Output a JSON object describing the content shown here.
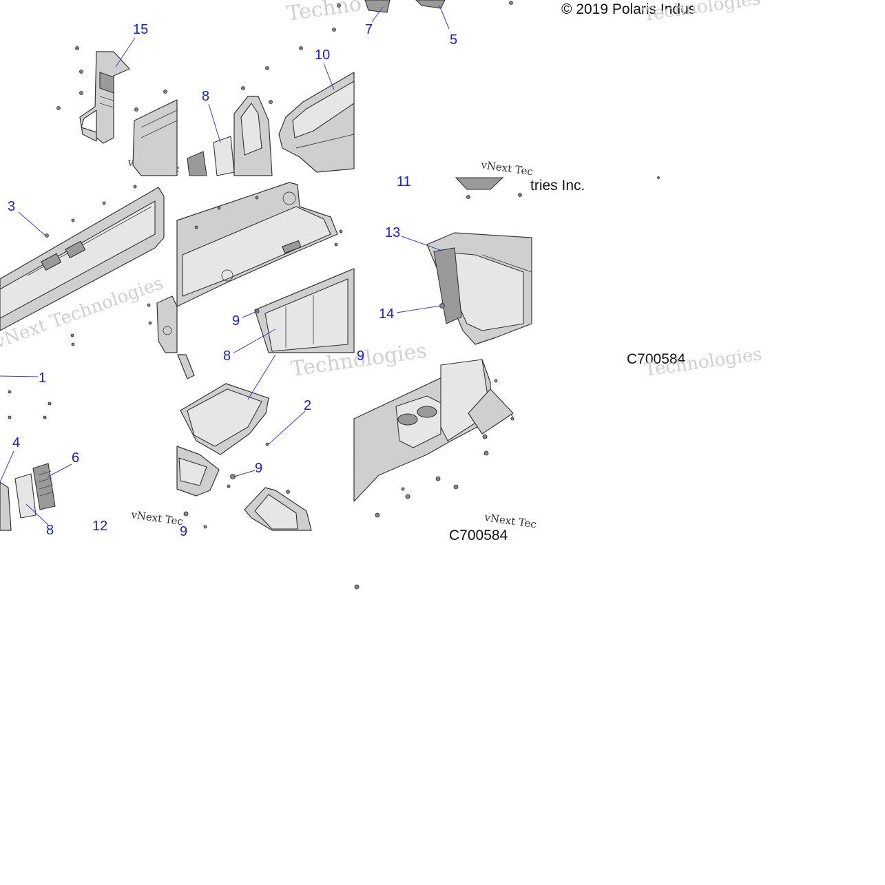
{
  "copyright": "© 2019 Polaris Indus",
  "copyright_tail": "tries Inc.",
  "figure_code": "C700584",
  "figure_code_partial": "C700584",
  "watermark_brand": "vNext Tec",
  "watermark_word": "Technologies",
  "watermark_fragments": [
    "vNext Technologies",
    "Techno",
    "Technologies"
  ],
  "callouts": [
    {
      "id": "c15",
      "label": "15"
    },
    {
      "id": "c10",
      "label": "10"
    },
    {
      "id": "c8a",
      "label": "8"
    },
    {
      "id": "c7",
      "label": "7"
    },
    {
      "id": "c5",
      "label": "5"
    },
    {
      "id": "c3",
      "label": "3"
    },
    {
      "id": "c11",
      "label": "11"
    },
    {
      "id": "c13",
      "label": "13"
    },
    {
      "id": "c14",
      "label": "14"
    },
    {
      "id": "c9a",
      "label": "9"
    },
    {
      "id": "c8b",
      "label": "8"
    },
    {
      "id": "c9b",
      "label": "9"
    },
    {
      "id": "c1",
      "label": "1"
    },
    {
      "id": "c4",
      "label": "4"
    },
    {
      "id": "c6",
      "label": "6"
    },
    {
      "id": "c8c",
      "label": "8"
    },
    {
      "id": "c12",
      "label": "12"
    },
    {
      "id": "c2",
      "label": "2"
    },
    {
      "id": "c9c",
      "label": "9"
    },
    {
      "id": "c9d",
      "label": "9"
    }
  ],
  "colors": {
    "callout": "#1a1ae6",
    "part_fill": "#cfcfcf",
    "outline": "#333333",
    "background": "#ffffff"
  }
}
